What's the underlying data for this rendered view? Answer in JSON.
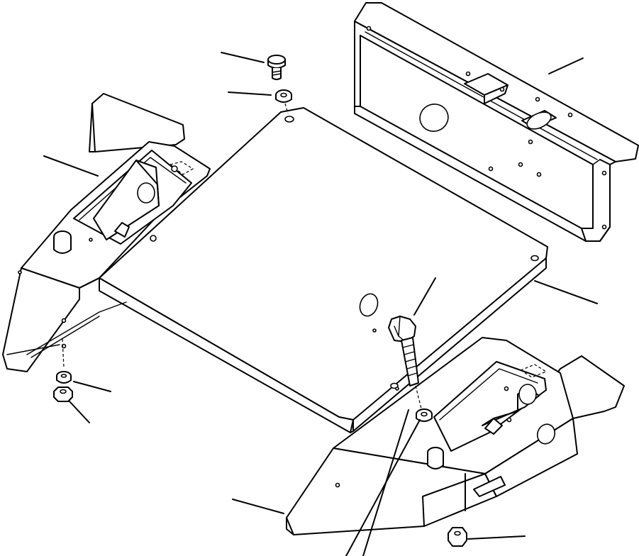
{
  "figure": {
    "type": "exploded-parts-diagram",
    "callout_labels": [],
    "parts": [
      "rear-cover-box",
      "floor-plate",
      "left-bracket",
      "right-bracket",
      "top-bolt",
      "top-washer",
      "center-bolt",
      "center-washer",
      "center-nut",
      "left-washer",
      "left-nut",
      "right-nut"
    ]
  }
}
